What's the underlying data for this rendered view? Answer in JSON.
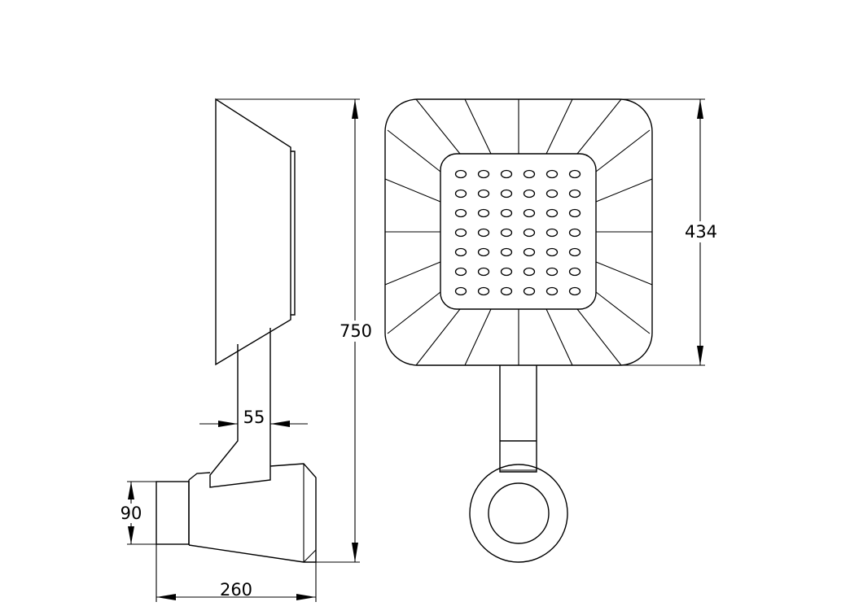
{
  "drawing": {
    "dimensions": {
      "total_height": "750",
      "head_height": "434",
      "handle_width": "55",
      "base_diameter": "90",
      "base_length": "260"
    },
    "colors": {
      "line": "#000000",
      "background": "#ffffff"
    },
    "nozzle_grid": {
      "rows": 7,
      "cols": 6
    }
  }
}
